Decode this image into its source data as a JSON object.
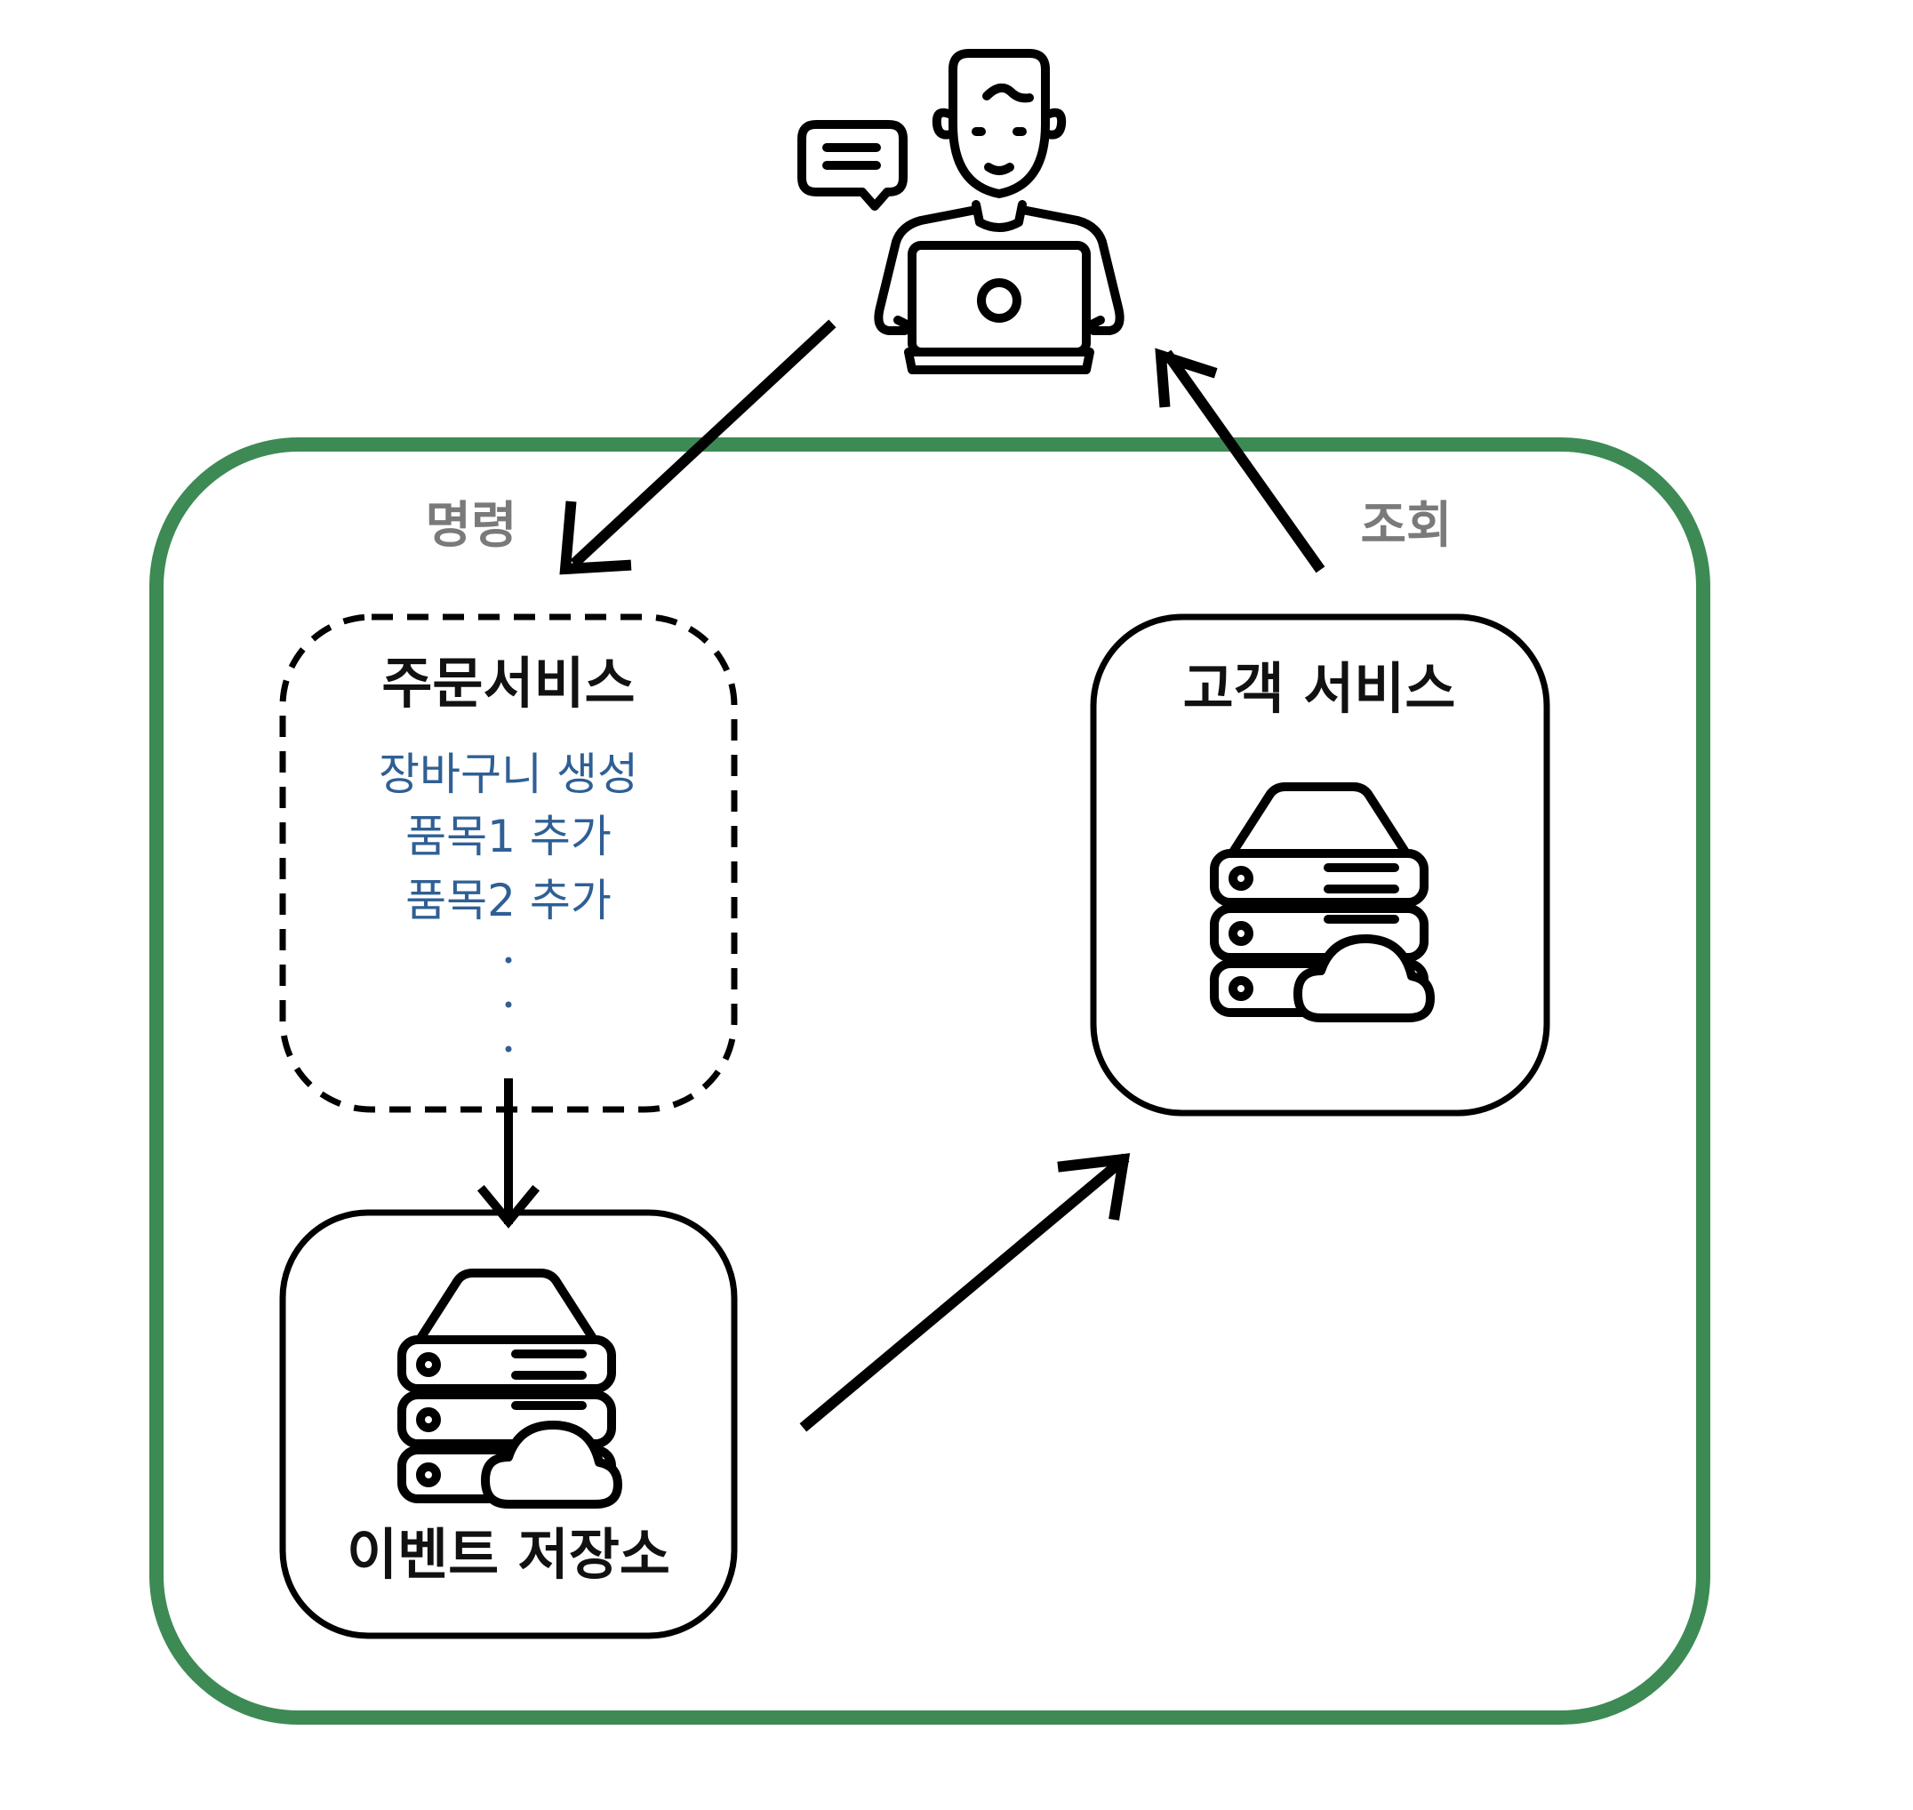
{
  "colors": {
    "container_border": "#3d8a55",
    "line": "#000000",
    "command_text": "#2f5f94",
    "label_text": "#7a7a7a"
  },
  "icons": {
    "user": "user-with-laptop-icon",
    "chat": "chat-bubble-icon",
    "storage": "server-cloud-icon"
  },
  "labels": {
    "command": "명령",
    "query": "조회"
  },
  "order_service": {
    "title": "주문서비스",
    "steps": [
      "장바구니 생성",
      "품목1 추가",
      "품목2 추가"
    ]
  },
  "event_store": {
    "title": "이벤트 저장소"
  },
  "customer_service": {
    "title": "고객 서비스"
  }
}
